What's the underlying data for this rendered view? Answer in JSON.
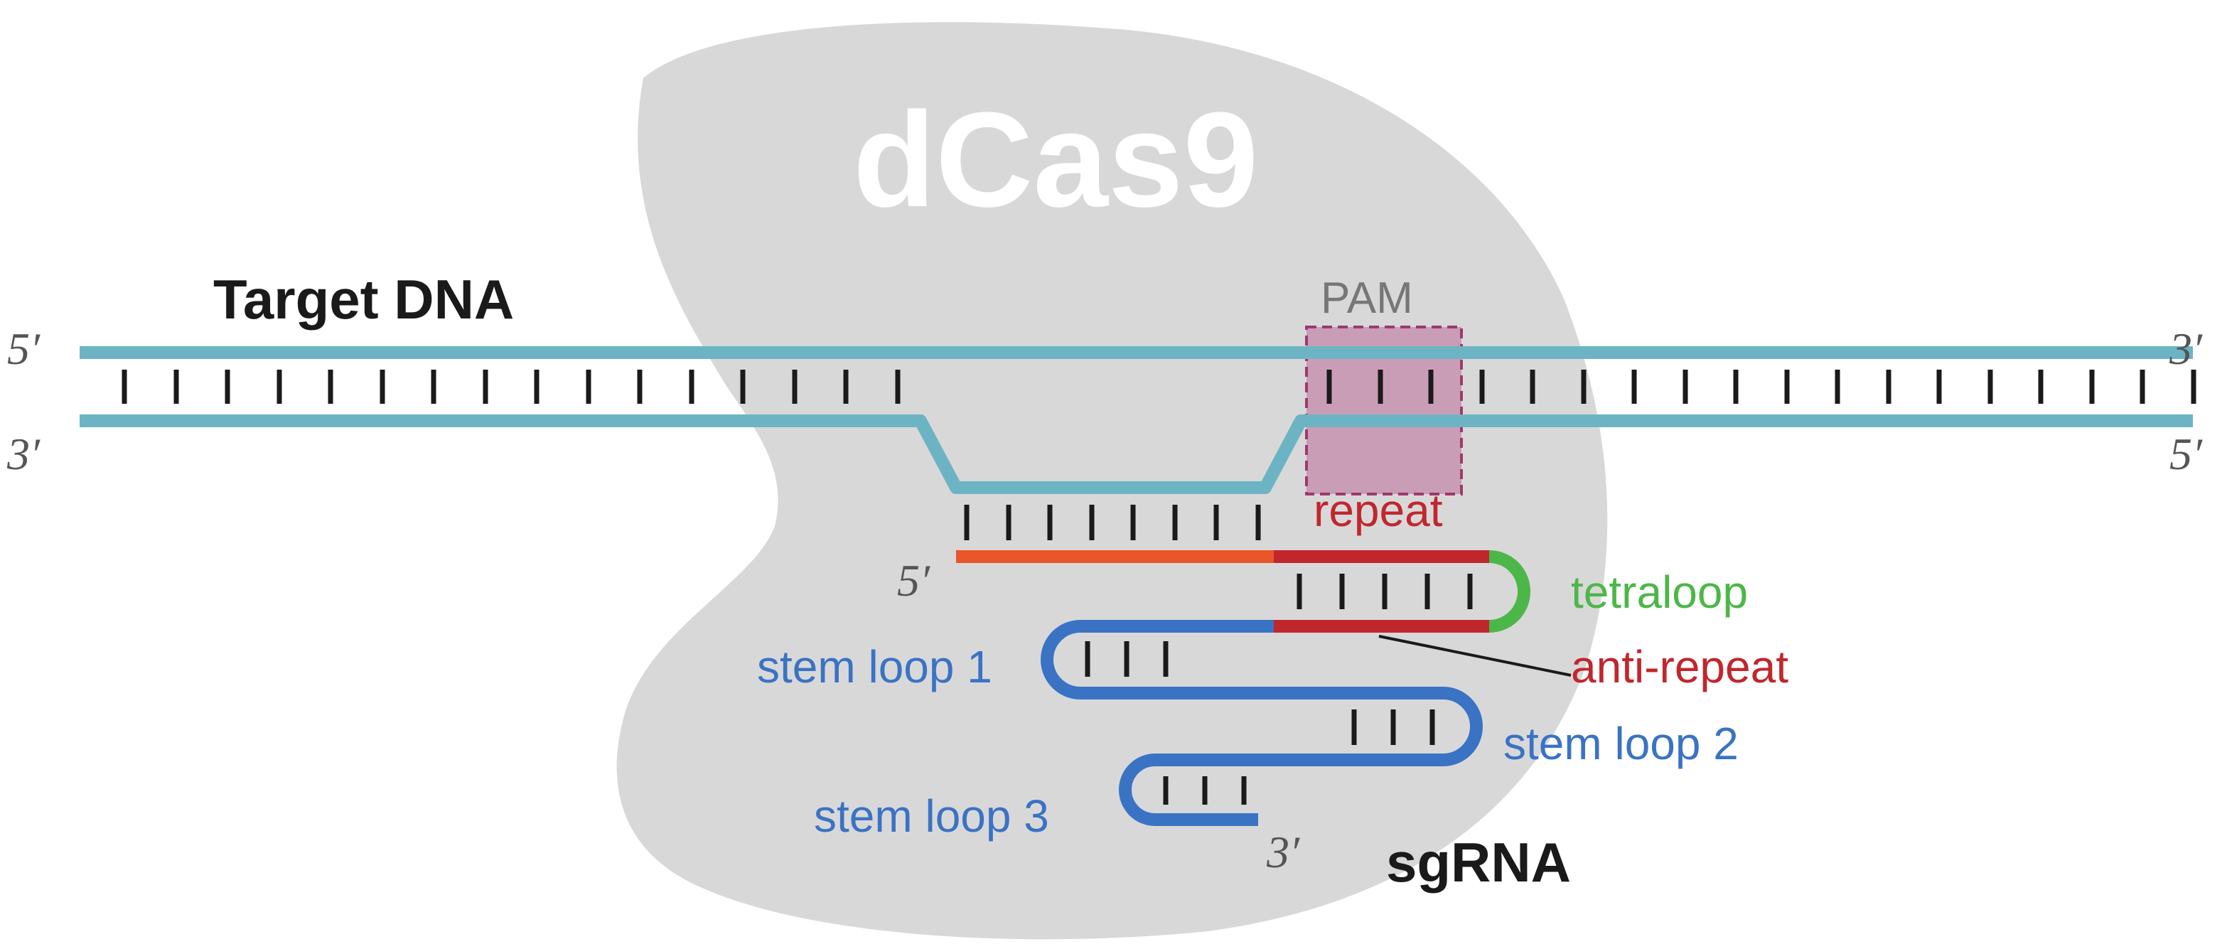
{
  "protein": {
    "label": "dCas9"
  },
  "dna": {
    "label": "Target DNA",
    "top_left_end": "5′",
    "top_right_end": "3′",
    "bottom_left_end": "3′",
    "bottom_right_end": "5′",
    "pam_label": "PAM"
  },
  "sgrna": {
    "label": "sgRNA",
    "five_prime": "5′",
    "three_prime": "3′",
    "parts": {
      "repeat": "repeat",
      "tetraloop": "tetraloop",
      "anti_repeat": "anti-repeat",
      "stem_loop_1": "stem loop 1",
      "stem_loop_2": "stem loop 2",
      "stem_loop_3": "stem loop 3"
    }
  },
  "colors": {
    "protein": "#d9d8d9",
    "dna_strand": "#6cb4c4",
    "pam_fill": "#c48aa9",
    "pam_border": "#9c3a6e",
    "spacer": "#e8562a",
    "repeat": "#c0272d",
    "tetraloop": "#4cb748",
    "stem": "#3a73c4"
  }
}
